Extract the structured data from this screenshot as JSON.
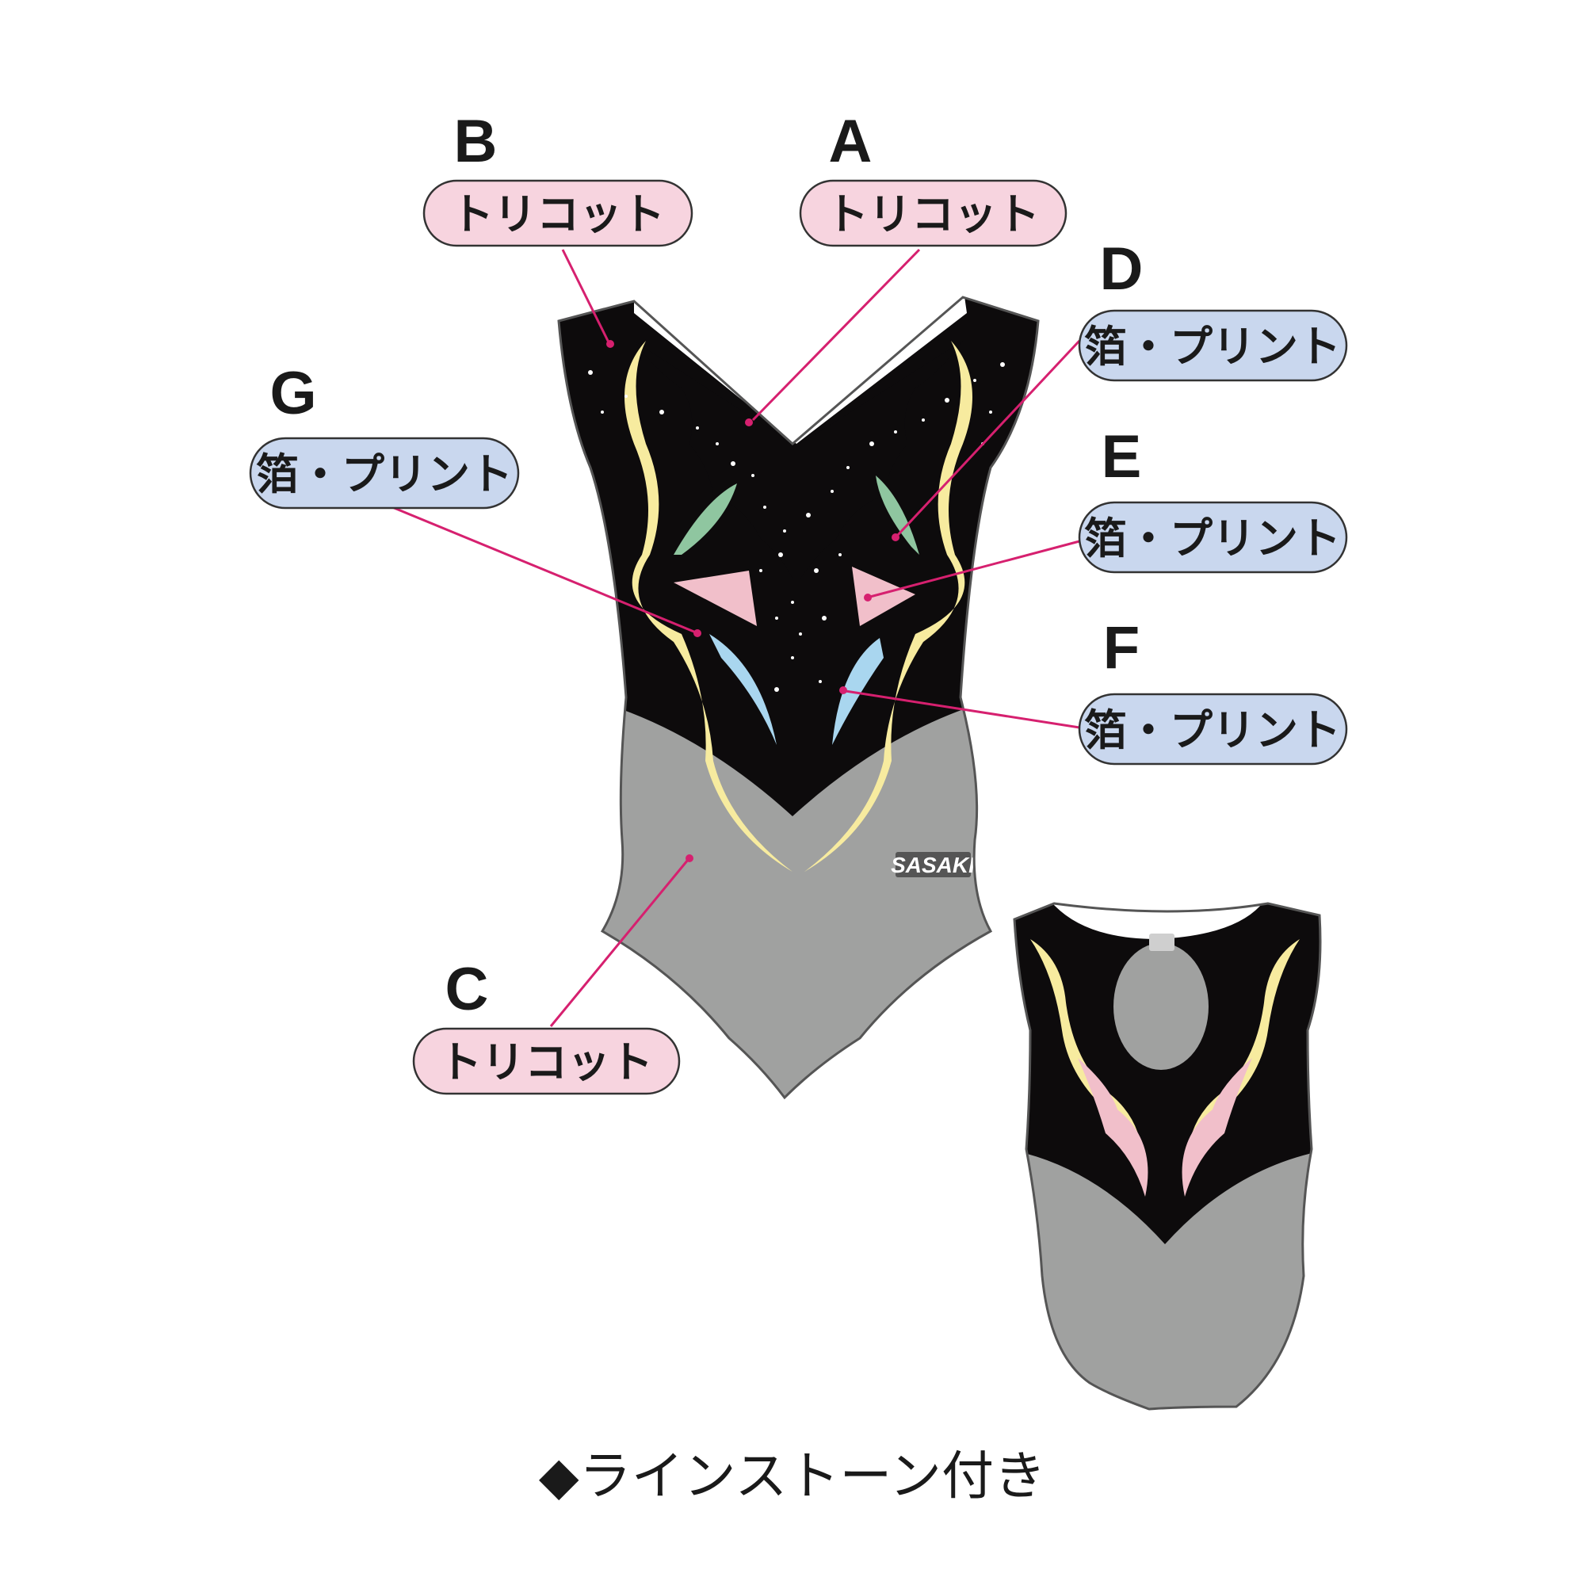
{
  "colors": {
    "pink_pill": "#f7d4df",
    "blue_pill": "#c9d7ee",
    "leader_line": "#d6206f",
    "black_body": "#0d0b0c",
    "gray_body": "#a0a1a0",
    "white_panel": "#ffffff",
    "yellow_swirl": "#f7eb9f",
    "pink_accent": "#f1bfca",
    "green_accent": "#8fc6a0",
    "blue_accent": "#a9d6ef",
    "outline": "#555555"
  },
  "callouts": [
    {
      "letter": "A",
      "label": "トリコット",
      "style": "pink"
    },
    {
      "letter": "B",
      "label": "トリコット",
      "style": "pink"
    },
    {
      "letter": "C",
      "label": "トリコット",
      "style": "pink"
    },
    {
      "letter": "D",
      "label": "箔・プリント",
      "style": "blue"
    },
    {
      "letter": "E",
      "label": "箔・プリント",
      "style": "blue"
    },
    {
      "letter": "F",
      "label": "箔・プリント",
      "style": "blue"
    },
    {
      "letter": "G",
      "label": "箔・プリント",
      "style": "blue"
    }
  ],
  "logo": "SASAKI",
  "note": "◆ラインストーン付き"
}
